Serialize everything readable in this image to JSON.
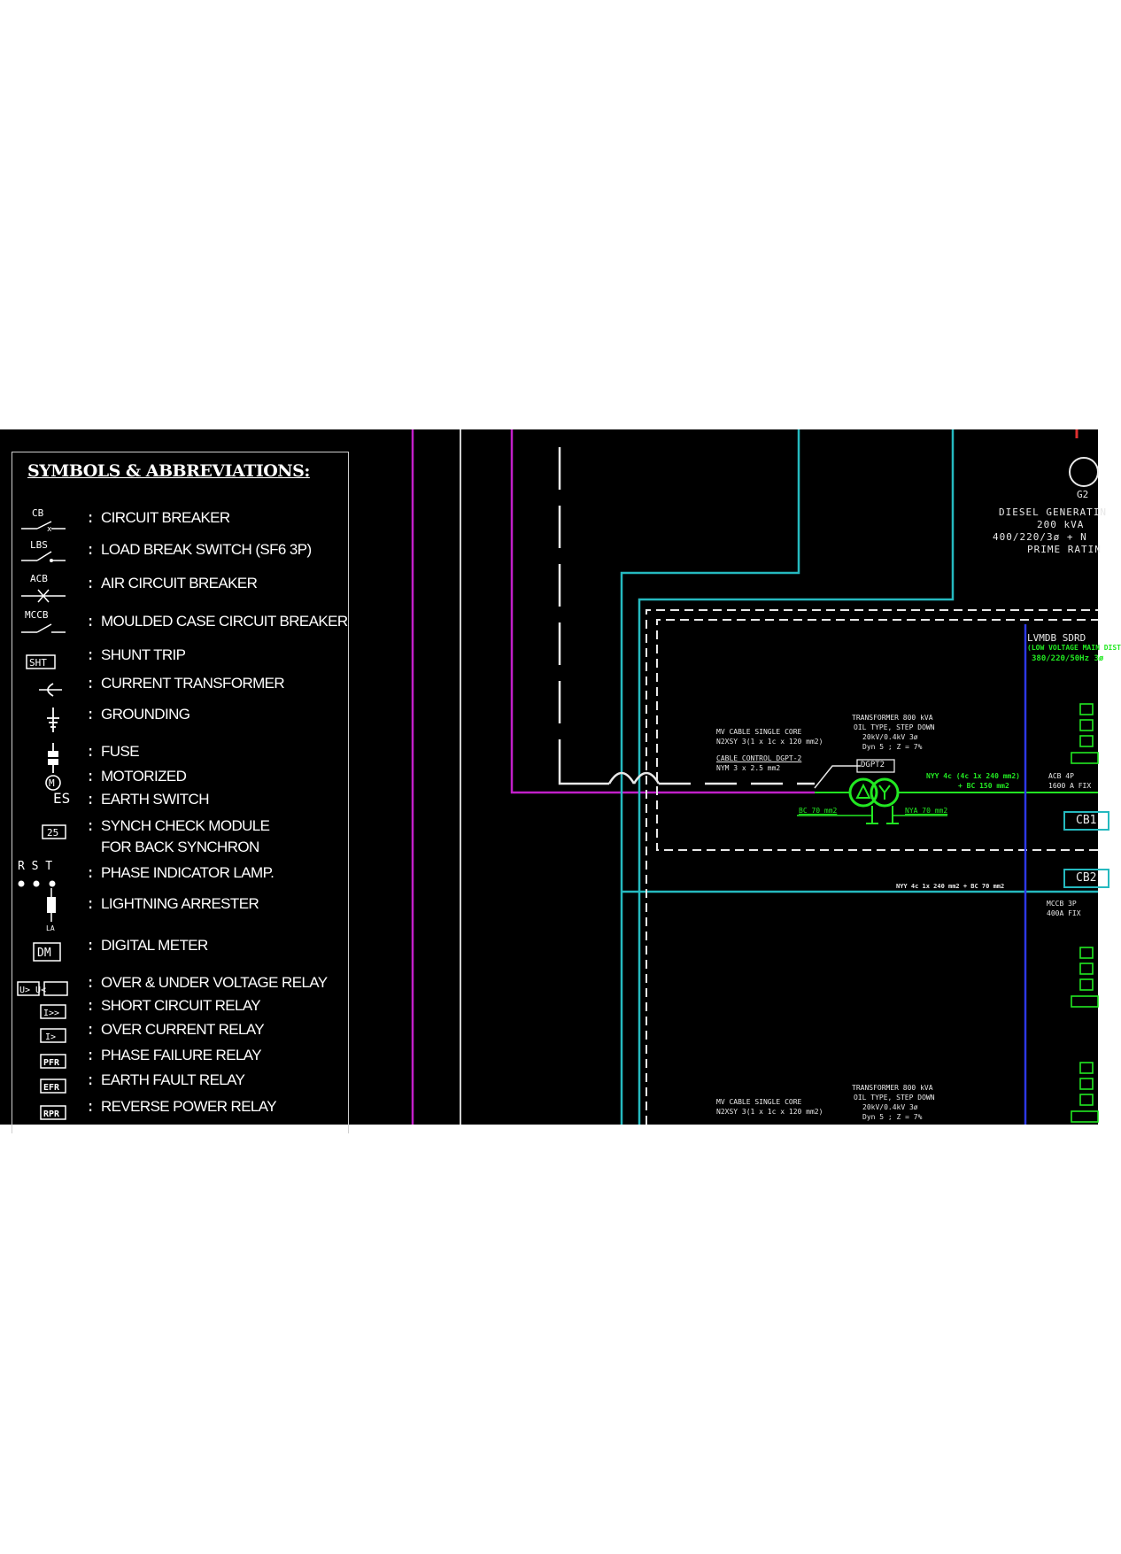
{
  "legend": {
    "title": "SYMBOLS & ABBREVIATIONS:",
    "items": [
      {
        "symbol": "CB",
        "label": "CIRCUIT BREAKER"
      },
      {
        "symbol": "LBS",
        "label": "LOAD BREAK SWITCH (SF6 3P)"
      },
      {
        "symbol": "ACB",
        "label": "AIR CIRCUIT BREAKER"
      },
      {
        "symbol": "MCCB",
        "label": "MOULDED CASE CIRCUIT BREAKER"
      },
      {
        "symbol": "SHT",
        "label": "SHUNT TRIP"
      },
      {
        "symbol": "",
        "label": "CURRENT TRANSFORMER"
      },
      {
        "symbol": "",
        "label": "GROUNDING"
      },
      {
        "symbol": "",
        "label": "FUSE"
      },
      {
        "symbol": "M",
        "label": "MOTORIZED"
      },
      {
        "symbol": "ES",
        "label": "EARTH SWITCH"
      },
      {
        "symbol": "25",
        "label": "SYNCH CHECK MODULE",
        "label2": "FOR BACK SYNCHRON"
      },
      {
        "symbol": "R S T",
        "label": "PHASE INDICATOR LAMP."
      },
      {
        "symbol": "LA",
        "label": "LIGHTNING ARRESTER"
      },
      {
        "symbol": "DM",
        "label": "DIGITAL METER"
      },
      {
        "symbol": "U> U<",
        "label": "OVER & UNDER VOLTAGE RELAY"
      },
      {
        "symbol": "I>>",
        "label": "SHORT CIRCUIT RELAY"
      },
      {
        "symbol": "I>",
        "label": "OVER CURRENT RELAY"
      },
      {
        "symbol": "PFR",
        "label": "PHASE FAILURE RELAY"
      },
      {
        "symbol": "EFR",
        "label": "EARTH FAULT RELAY"
      },
      {
        "symbol": "RPR",
        "label": "REVERSE POWER RELAY"
      }
    ]
  },
  "generator": {
    "tag": "G2",
    "line1": "DIESEL GENERATIN",
    "line2": "200 kVA",
    "line3": "400/220/3ø + N",
    "line4": "PRIME RATIN"
  },
  "lvmdb": {
    "title": "LVMDB SDRD",
    "sub1": "(LOW VOLTAGE MAIN DIST",
    "sub2": "380/220/50Hz 3ø"
  },
  "upper_feeder": {
    "mv_cable_1": "MV CABLE SINGLE CORE",
    "mv_cable_2": "N2XSY 3(1 x 1c x 120 mm2)",
    "ctrl_cable_1": "CABLE CONTROL DGPT-2",
    "ctrl_cable_2": "NYM 3 x 2.5 mm2",
    "trafo_1": "TRANSFORMER 800 kVA",
    "trafo_2": "OIL TYPE, STEP DOWN",
    "trafo_3": "20kV/0.4kV 3ø",
    "trafo_4": "Dyn 5 ; Z = 7%",
    "dgpt_box": "DGPT2",
    "bc_label": "BC 70 mm2",
    "nya_label": "NYA 70 mm2",
    "nyy_1": "NYY 4c (4c 1x 240 mm2)",
    "nyy_2": "+ BC 150 mm2",
    "acb_1": "ACB 4P",
    "acb_2": "1600 A FIX",
    "cb1": "CB1",
    "cb2": "CB2",
    "nyy_lower": "NYY 4c 1x 240 mm2 + BC 70 mm2",
    "mccb_1": "MCCB 3P",
    "mccb_2": "400A FIX"
  },
  "lower_feeder": {
    "mv_cable_1": "MV CABLE SINGLE CORE",
    "mv_cable_2": "N2XSY 3(1 x 1c x 120 mm2)",
    "trafo_1": "TRANSFORMER 800 kVA",
    "trafo_2": "OIL TYPE, STEP DOWN",
    "trafo_3": "20kV/0.4kV 3ø",
    "trafo_4": "Dyn 5 ; Z = 7%"
  },
  "colors": {
    "magenta": "#c21fc9",
    "cyan": "#25b9bf",
    "green": "#22e822",
    "blue": "#2c38e6",
    "white": "#e8e8e8",
    "red": "#e03030"
  }
}
